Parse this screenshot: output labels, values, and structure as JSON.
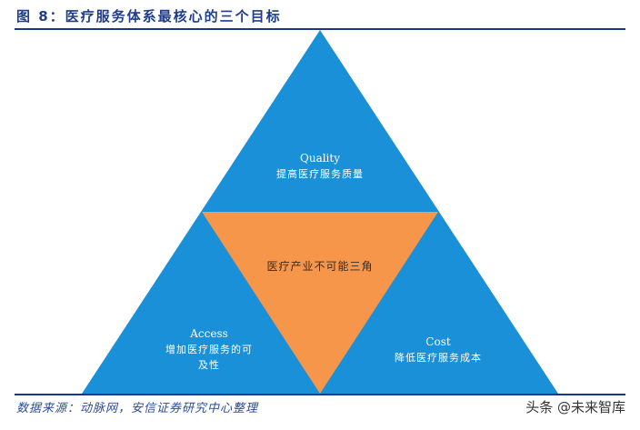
{
  "header": {
    "title": "图 8：医疗服务体系最核心的三个目标"
  },
  "diagram": {
    "colors": {
      "outer_triangle": "#1a90d8",
      "inner_triangle": "#f5964a",
      "rule": "#17378a"
    },
    "top": {
      "en": "Quality",
      "zh": "提高医疗服务质量"
    },
    "left": {
      "en": "Access",
      "zh_line1": "增加医疗服务的可",
      "zh_line2": "及性"
    },
    "right": {
      "en": "Cost",
      "zh": "降低医疗服务成本"
    },
    "center": {
      "label": "医疗产业不可能三角"
    }
  },
  "footer": {
    "source": "数据来源：动脉网，安信证券研究中心整理",
    "watermark": "头条 @未来智库"
  }
}
